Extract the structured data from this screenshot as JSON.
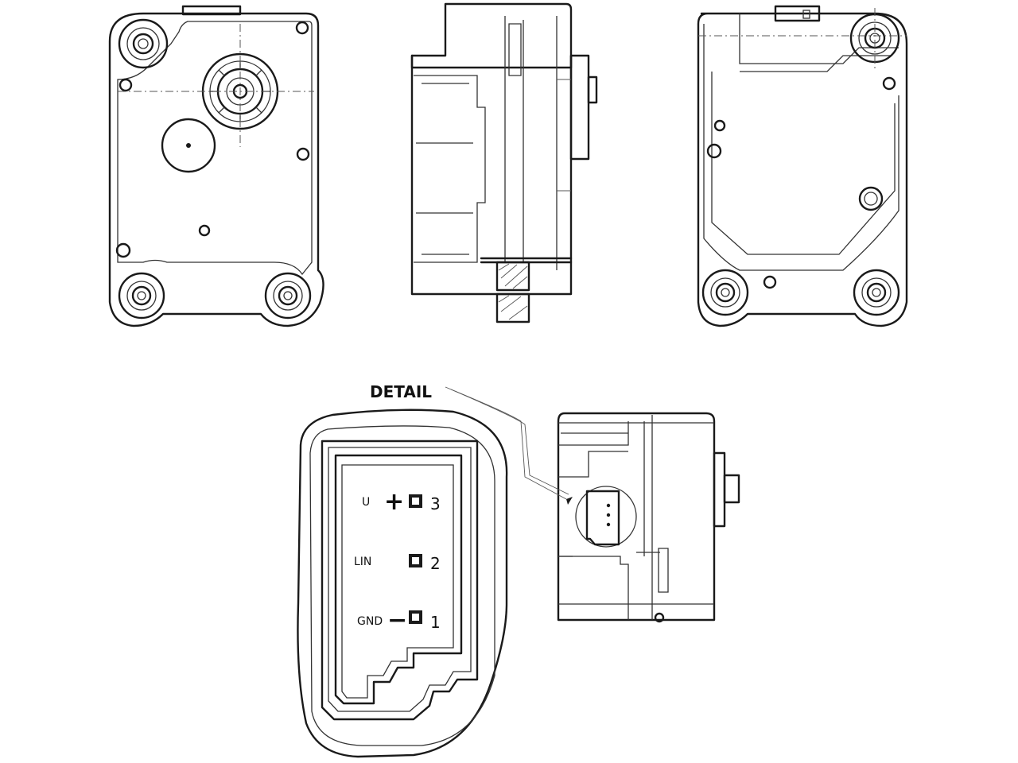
{
  "detail_label": "DETAIL",
  "pins": [
    {
      "name": "U",
      "symbol": "+",
      "number": "3"
    },
    {
      "name": "LIN",
      "symbol": "",
      "number": "2"
    },
    {
      "name": "GND",
      "symbol": "−",
      "number": "1"
    }
  ]
}
